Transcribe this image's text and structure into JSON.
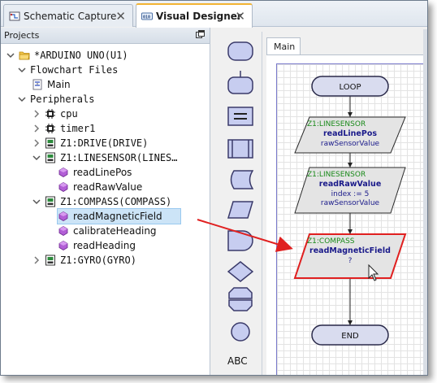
{
  "tabs": [
    {
      "label": "Schematic Capture",
      "active": false
    },
    {
      "label": "Visual Designer",
      "active": true
    }
  ],
  "projects": {
    "title": "Projects",
    "tree": [
      {
        "label": "*ARDUINO UNO(U1)",
        "mono": true,
        "icon": "folder-icon",
        "expanded": true
      },
      {
        "label": "Flowchart Files",
        "mono": true,
        "expanded": true
      },
      {
        "label": "Main",
        "icon": "flowchart-file-icon"
      },
      {
        "label": "Peripherals",
        "mono": true,
        "expanded": true
      },
      {
        "label": "cpu",
        "mono": true,
        "icon": "chip-icon"
      },
      {
        "label": "timer1",
        "mono": true,
        "icon": "chip-icon"
      },
      {
        "label": "Z1:DRIVE(DRIVE)",
        "mono": true,
        "icon": "peripheral-icon"
      },
      {
        "label": "Z1:LINESENSOR(LINES…",
        "mono": true,
        "icon": "peripheral-icon",
        "expanded": true
      },
      {
        "label": "readLinePos",
        "icon": "method-icon"
      },
      {
        "label": "readRawValue",
        "icon": "method-icon"
      },
      {
        "label": "Z1:COMPASS(COMPASS)",
        "mono": true,
        "icon": "peripheral-icon",
        "expanded": true
      },
      {
        "label": "readMagneticField",
        "icon": "method-icon",
        "selected": true
      },
      {
        "label": "calibrateHeading",
        "icon": "method-icon"
      },
      {
        "label": "readHeading",
        "icon": "method-icon"
      },
      {
        "label": "Z1:GYRO(GYRO)",
        "mono": true,
        "icon": "peripheral-icon"
      }
    ]
  },
  "palette": {
    "text_label": "ABC",
    "items": [
      "event-block-shape",
      "subroutine-shape",
      "assignment-shape",
      "call-sub-shape",
      "storage-shape",
      "io-shape",
      "delay-shape",
      "decision-shape",
      "loop-shape",
      "connector-shape",
      "comment-text-shape"
    ]
  },
  "canvas": {
    "tab_label": "Main",
    "blocks": [
      {
        "kind": "terminal",
        "label": "LOOP"
      },
      {
        "kind": "io",
        "peripheral": "Z1:LINESENSOR",
        "method": "readLinePos",
        "lines": [
          "rawSensorValue"
        ]
      },
      {
        "kind": "io",
        "peripheral": "Z1:LINESENSOR",
        "method": "readRawValue",
        "lines": [
          "index := 5",
          "rawSensorValue"
        ]
      },
      {
        "kind": "io",
        "peripheral": "Z1:COMPASS",
        "method": "readMagneticField",
        "lines": [
          "?"
        ],
        "highlighted": true
      },
      {
        "kind": "terminal",
        "label": "END"
      }
    ]
  },
  "colors": {
    "peripheral_text": "#1a8a1a",
    "method_text": "#1a1a8a",
    "highlight": "#e02020",
    "block_fill": "#e4e4e4",
    "terminal_fill": "#d9dcef",
    "selection": "#cce4f7"
  }
}
